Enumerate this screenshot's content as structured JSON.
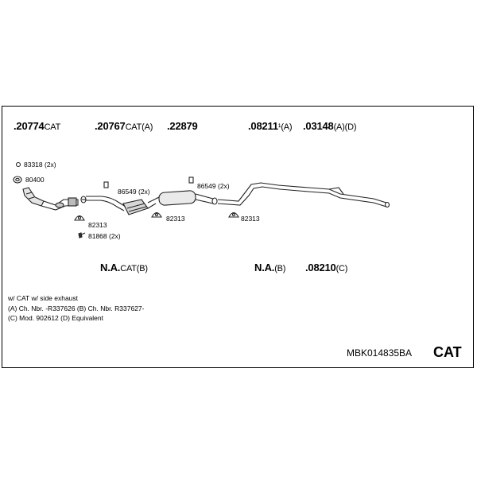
{
  "parts_top": [
    {
      "num": ".20774",
      "sfx": "CAT"
    },
    {
      "num": ".20767",
      "sfx": "CAT(A)"
    },
    {
      "num": ".22879",
      "sfx": ""
    },
    {
      "num": ".08211",
      "sfx": "¹(A)"
    },
    {
      "num": ".03148",
      "sfx": "(A)(D)"
    }
  ],
  "parts_bottom": [
    {
      "num": "N.A.",
      "sfx": "CAT(B)"
    },
    {
      "num": "N.A.",
      "sfx": "(B)"
    },
    {
      "num": ".08210",
      "sfx": "(C)"
    }
  ],
  "callouts": {
    "c83318": "83318 (2x)",
    "c80400": "80400",
    "c86549a": "86549 (2x)",
    "c86549b": "86549 (2x)",
    "c82313a": "82313",
    "c82313b": "82313",
    "c82313c": "82313",
    "c81868": "81868 (2x)"
  },
  "notes": {
    "line1": "w/ CAT   w/ side exhaust",
    "line2": "(A) Ch. Nbr. -R337626 (B) Ch. Nbr. R337627-",
    "line3": "(C) Mod.  902612 (D) Equivalent"
  },
  "kit_code": "MBK014835BA",
  "kit_type": "CAT"
}
